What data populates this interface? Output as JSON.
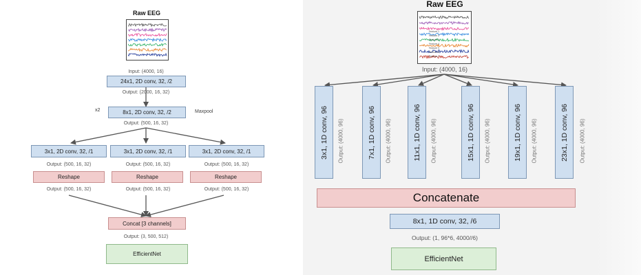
{
  "left": {
    "title": "Raw EEG",
    "input_label": "Input: (4000, 16)",
    "conv1": {
      "label": "24x1, 2D conv, 32, /2",
      "output": "Output: (2000, 16, 32)"
    },
    "x2_label": "x2",
    "conv2": {
      "label": "8x1, 2D conv, 32, /2",
      "output": "Output: (500, 16, 32)"
    },
    "maxpool_label": "Maxpool",
    "branches": [
      {
        "conv": "3x1, 2D conv, 32, /1",
        "output": "Output: (500, 16, 32)",
        "reshape": "Reshape",
        "reshape_output": "Output: (500, 16, 32)"
      },
      {
        "conv": "3x1, 2D conv, 32, /1",
        "output": "Output: (500, 16, 32)",
        "reshape": "Reshape",
        "reshape_output": "Output: (500, 16, 32)"
      },
      {
        "conv": "3x1, 2D conv, 32, /1",
        "output": "Output: (500, 16, 32)",
        "reshape": "Reshape",
        "reshape_output": "Output: (500, 16, 32)"
      }
    ],
    "concat": {
      "label": "Concat [3 channels]",
      "output": "Output: (3, 500, 512)"
    },
    "final": "EfficientNet"
  },
  "right": {
    "title": "Raw EEG",
    "input_label": "Input: (4000, 16)",
    "eeg_legend": [
      "Feature 1",
      "Feature 2",
      "Feature 3",
      "Feature 4",
      "Feature 5",
      "Feature 6",
      "Feature 7"
    ],
    "branches": [
      {
        "conv": "3x1, 1D conv, 96",
        "output": "Output: (4000, 96)"
      },
      {
        "conv": "7x1, 1D conv, 96",
        "output": "Output: (4000, 96)"
      },
      {
        "conv": "11x1, 1D conv, 96",
        "output": "Output: (4000, 96)"
      },
      {
        "conv": "15x1, 1D conv, 96",
        "output": "Output: (4000, 96)"
      },
      {
        "conv": "19x1, 1D conv, 96",
        "output": "Output: (4000, 96)"
      },
      {
        "conv": "23x1, 1D conv, 96",
        "output": "Output: (4000, 96)"
      }
    ],
    "concat": "Concatenate",
    "conv_final": {
      "label": "8x1, 1D conv, 32, /6",
      "output": "Output: (1, 96*6, 4000//6)"
    },
    "final": "EfficientNet"
  },
  "colors": {
    "blue_fill": "#cfdff0",
    "pink_fill": "#f2cdcd",
    "green_fill": "#dcefd8",
    "eeg_traces": [
      "#555555",
      "#9b59b6",
      "#e84393",
      "#2e86de",
      "#27ae60",
      "#e67e22",
      "#1e3799",
      "#c0392b"
    ]
  }
}
